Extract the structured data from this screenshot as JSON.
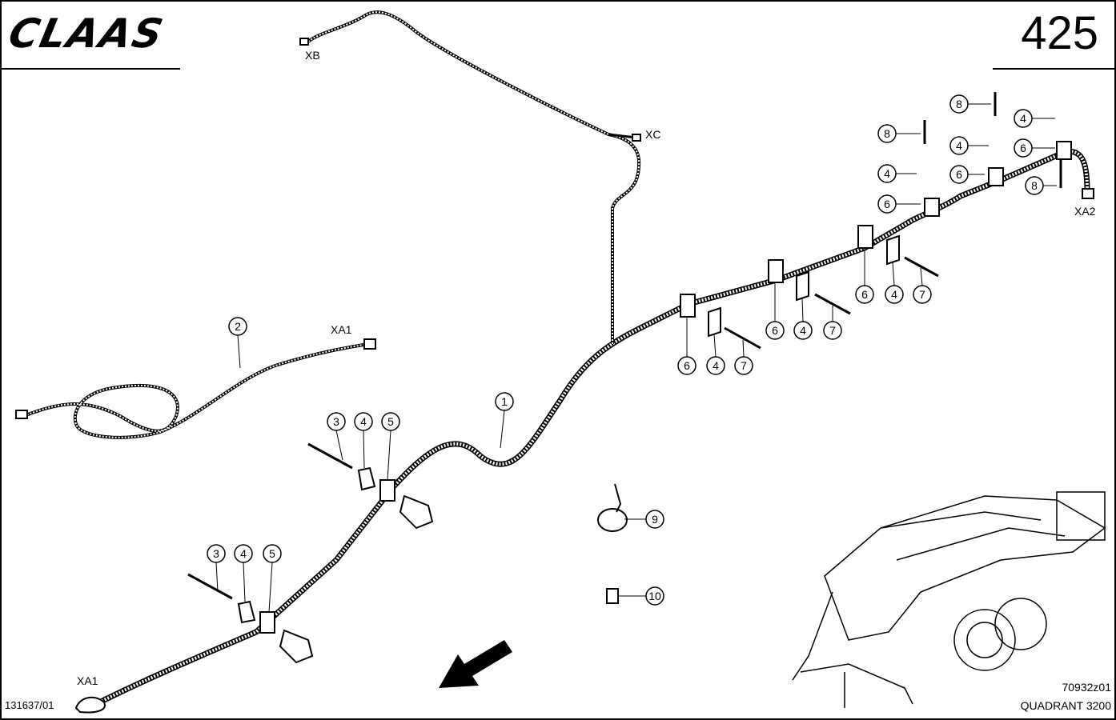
{
  "header": {
    "brand": "CLAAS",
    "page_number": "425"
  },
  "footer": {
    "left_code": "131637/01",
    "figure_code": "70932z01",
    "model": "QUADRANT 3200"
  },
  "connectors": {
    "xb": "XB",
    "xc": "XC",
    "xa1_top": "XA1",
    "xa1_bottom": "XA1",
    "xa2": "XA2"
  },
  "callouts": {
    "n1": "1",
    "n2": "2",
    "n3": "3",
    "n4": "4",
    "n5": "5",
    "n6": "6",
    "n7": "7",
    "n8": "8",
    "n9": "9",
    "n10": "10"
  }
}
